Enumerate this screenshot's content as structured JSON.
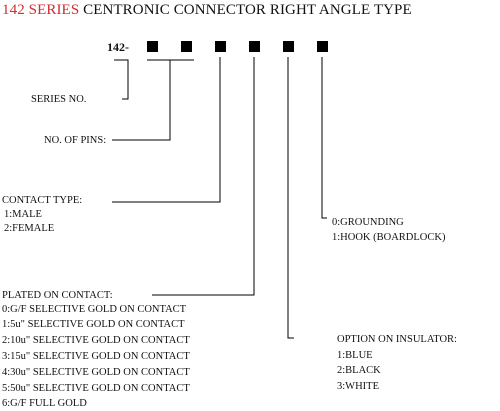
{
  "title": {
    "series": "142 SERIES",
    "rest": " CENTRONIC CONNECTOR RIGHT ANGLE TYPE",
    "series_color": "#d42b2b"
  },
  "part_code": {
    "prefix": "142",
    "dash": "-",
    "placeholder_count": 6
  },
  "labels": {
    "series_no": "SERIES NO.",
    "no_of_pins": "NO. OF PINS:",
    "contact_type": {
      "heading": "CONTACT TYPE:",
      "options": [
        "1:MALE",
        "2:FEMALE"
      ]
    },
    "grounding": {
      "options": [
        "0:GROUNDING",
        "1:HOOK (BOARDLOCK)"
      ]
    },
    "plated_on_contact": {
      "heading": "PLATED ON CONTACT:",
      "options": [
        "0:G/F SELECTIVE GOLD ON CONTACT",
        "1:5u\" SELECTIVE GOLD ON CONTACT",
        "2:10u\" SELECTIVE GOLD ON CONTACT",
        "3:15u\" SELECTIVE GOLD ON CONTACT",
        "4:30u\" SELECTIVE GOLD ON CONTACT",
        "5:50u\" SELECTIVE GOLD ON CONTACT",
        "6:G/F FULL GOLD"
      ]
    },
    "option_on_insulator": {
      "heading": "OPTION ON INSULATOR:",
      "options": [
        "1:BLUE",
        "2:BLACK",
        "3:WHITE"
      ]
    }
  }
}
